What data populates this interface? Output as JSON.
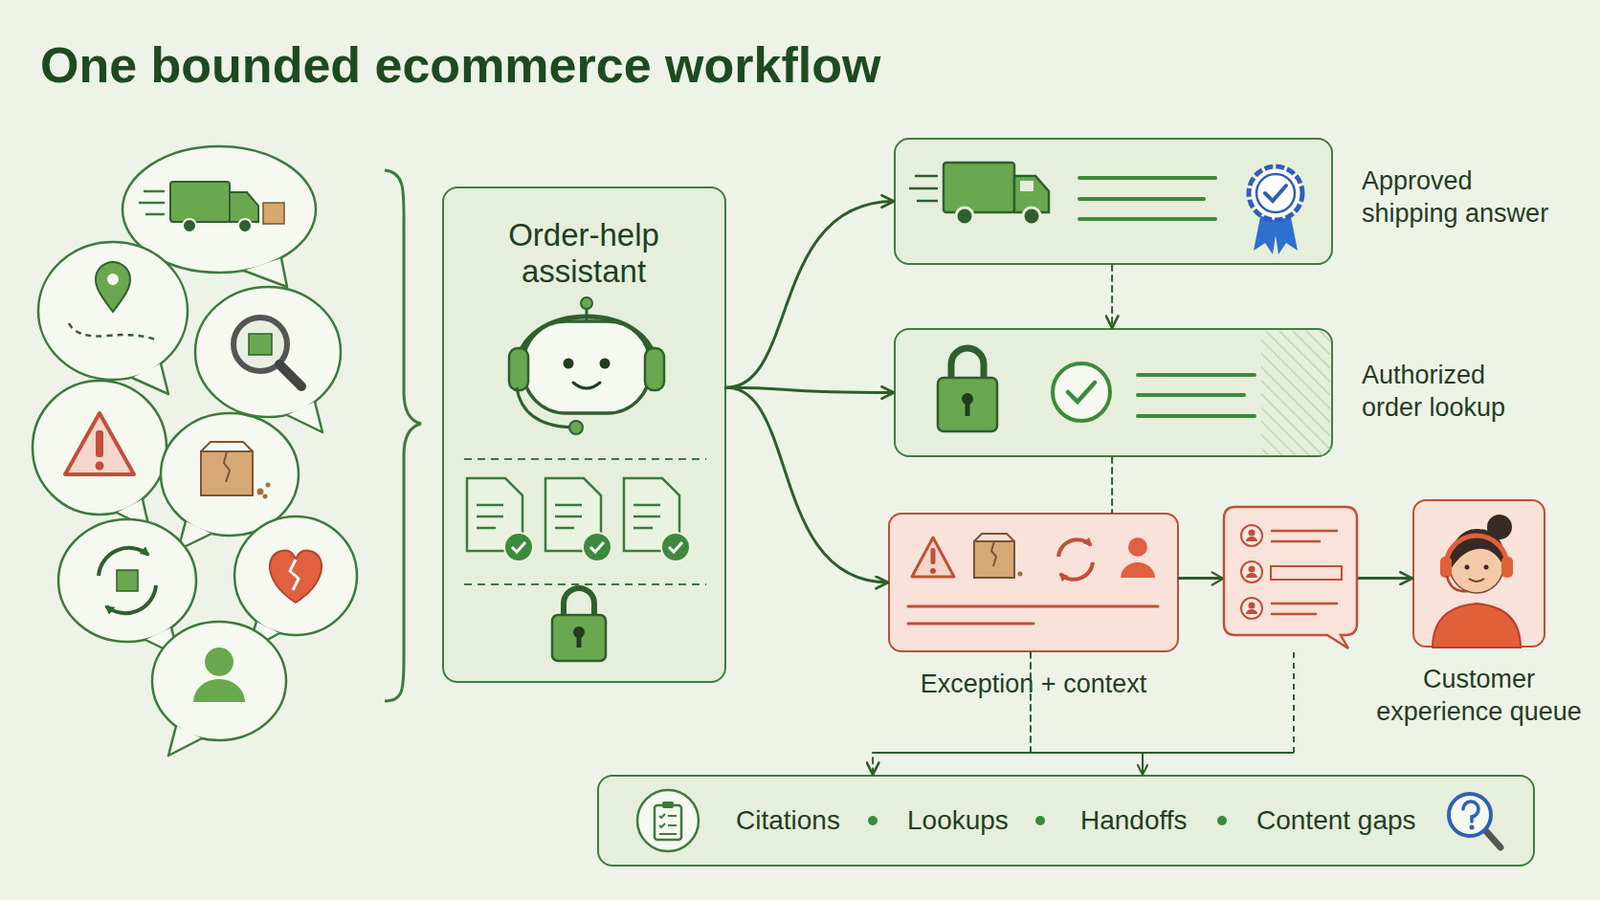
{
  "diagram": {
    "title": "One bounded ecommerce workflow",
    "nodes": [
      {
        "text": [
          "Order-help assistant"
        ]
      },
      {
        "text": [
          "Approved shipping answer"
        ]
      },
      {
        "text": [
          "Authorized order lookup"
        ]
      },
      {
        "text": [
          "Exception + context"
        ]
      },
      {
        "text": [
          "Customer experience queue"
        ]
      },
      {
        "text": [
          "Citations",
          "Lookups",
          "Handoffs",
          "Content gaps"
        ]
      }
    ],
    "edges": [
      {
        "from": 0,
        "to": 1,
        "arrow": "to"
      },
      {
        "from": 0,
        "to": 2,
        "arrow": "to"
      },
      {
        "from": 0,
        "to": 3,
        "arrow": "to"
      },
      {
        "from": 1,
        "to": 2,
        "arrow": "to"
      },
      {
        "from": 2,
        "to": 3,
        "arrow": "none"
      },
      {
        "from": 3,
        "to": 4,
        "arrow": "to"
      },
      {
        "from": 3,
        "to": 5,
        "arrow": "to"
      }
    ]
  }
}
